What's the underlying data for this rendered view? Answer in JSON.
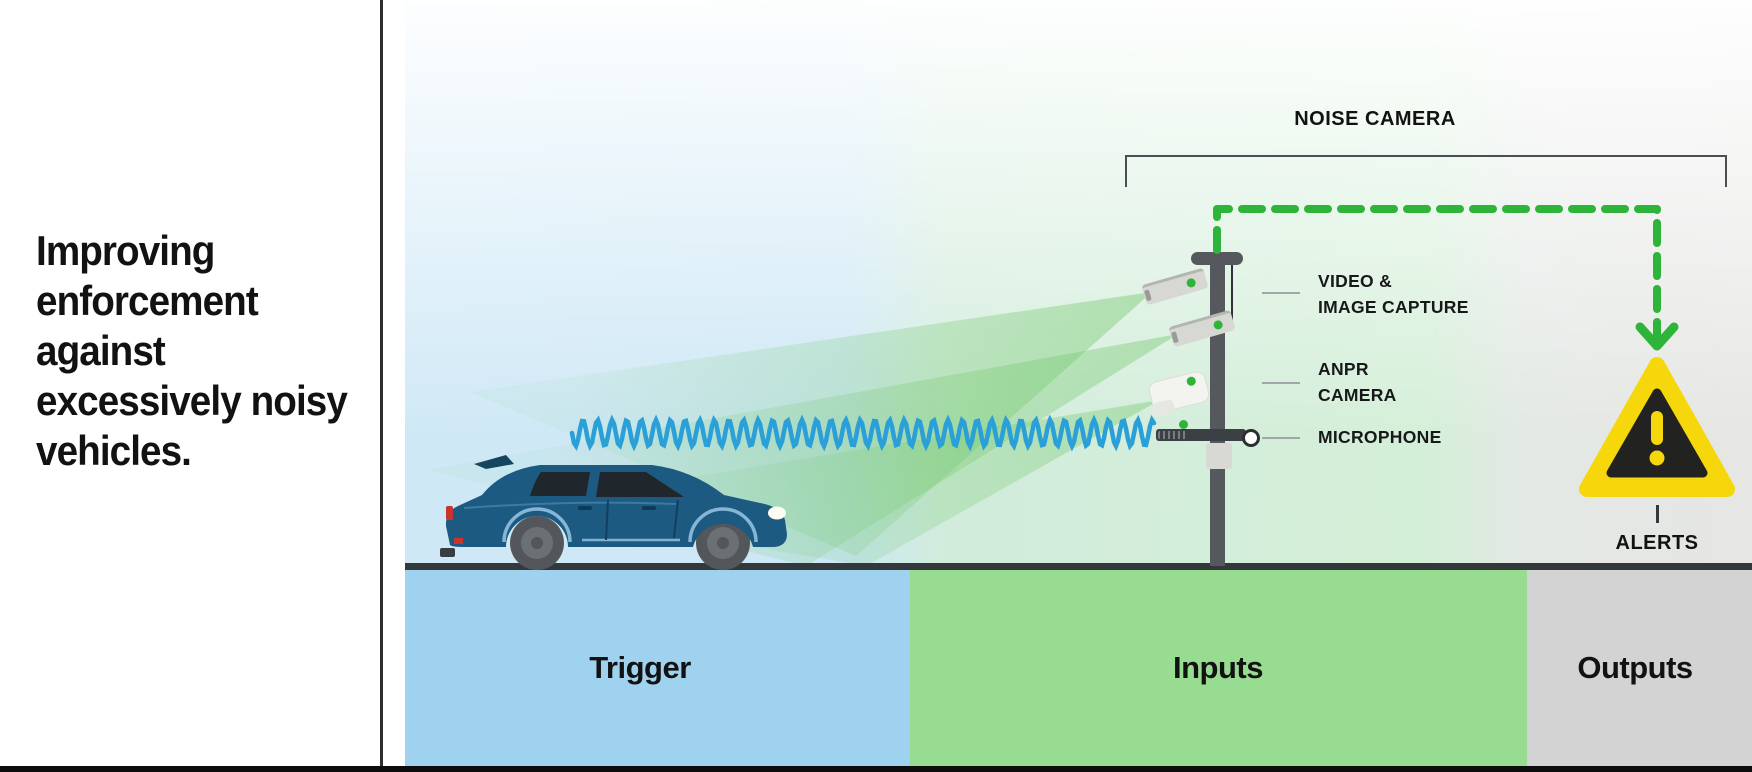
{
  "panel": {
    "headline": "Improving enforcement against excessively noisy vehicles."
  },
  "system": {
    "label": "NOISE CAMERA"
  },
  "devices": [
    {
      "id": "video-image-capture",
      "lines": [
        "VIDEO &",
        "IMAGE CAPTURE"
      ]
    },
    {
      "id": "anpr-camera",
      "lines": [
        "ANPR",
        "CAMERA"
      ]
    },
    {
      "id": "microphone",
      "lines": [
        "MICROPHONE"
      ]
    }
  ],
  "output": {
    "label": "ALERTS"
  },
  "zones": [
    {
      "label": "Trigger",
      "band_color": "#9fd2ef",
      "sky_color": "#cde7f5"
    },
    {
      "label": "Inputs",
      "band_color": "#98dc92",
      "sky_color": "#d4efd8"
    },
    {
      "label": "Outputs",
      "band_color": "#d3d3d3",
      "sky_color": "#e6e6e4"
    }
  ],
  "colors": {
    "accent_green": "#2eb539",
    "wave_blue": "#2a9fd8",
    "warning_yellow": "#f6d70b",
    "car_body": "#1d5a82",
    "road": "#33383b",
    "bottom_bar": "#0d0d0d"
  }
}
